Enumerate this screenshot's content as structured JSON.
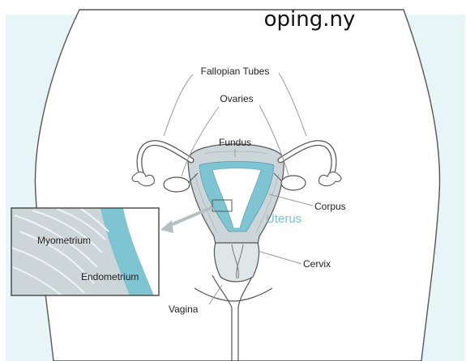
{
  "top_caption": "oping.ny",
  "labels": {
    "fallopian_tubes": "Fallopian Tubes",
    "ovaries": "Ovaries",
    "fundus": "Fundus",
    "corpus": "Corpus",
    "uterus": "Uterus",
    "cervix": "Cervix",
    "vagina": "Vagina",
    "myometrium": "Myometrium",
    "endometrium": "Endometrium"
  },
  "colors": {
    "skin": "#e8f5f7",
    "body_outline": "#555555",
    "endometrium_teal": "#7ec4d3",
    "myometrium_grey": "#ccd6d8",
    "uterus_label": "#7cc3d2"
  }
}
